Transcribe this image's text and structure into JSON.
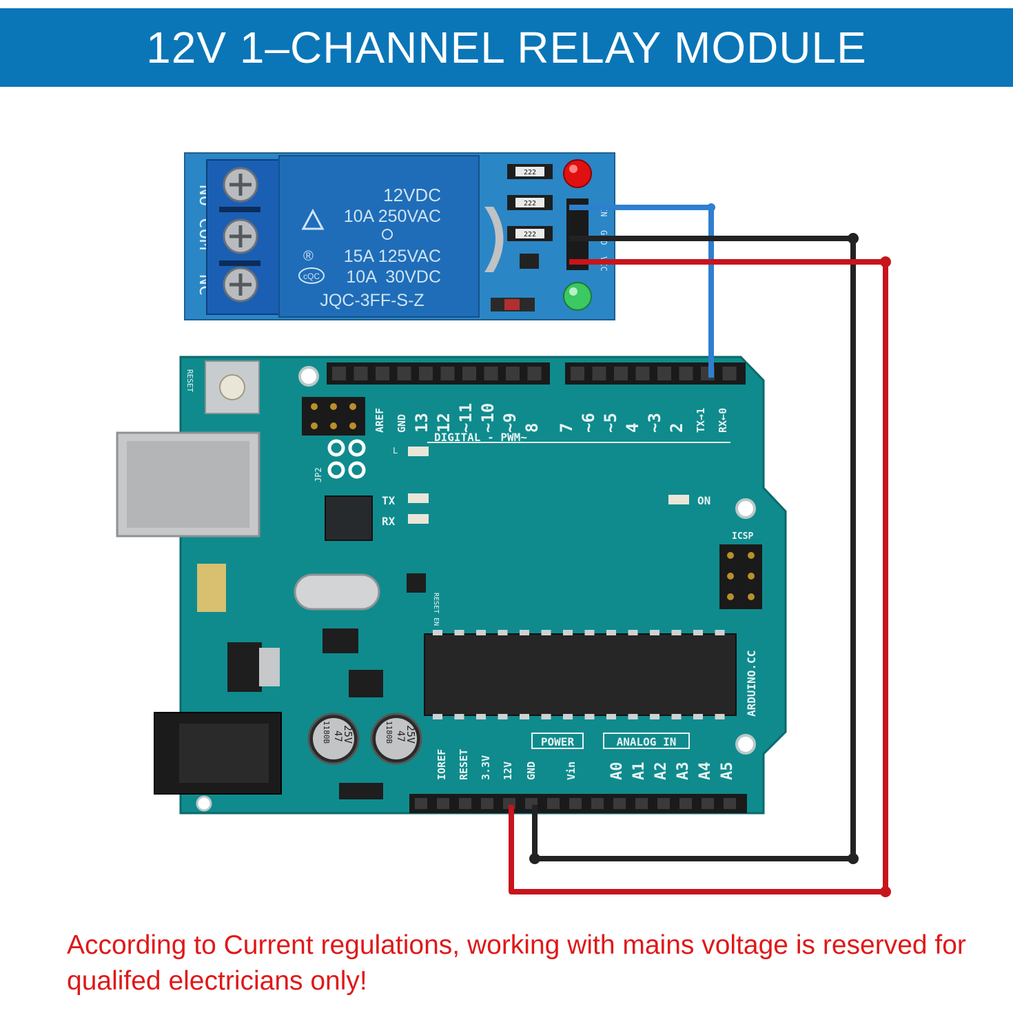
{
  "banner": {
    "title": "12V 1–CHANNEL RELAY MODULE",
    "color": "#0a76b7"
  },
  "relay": {
    "terminals": [
      "NO",
      "COM",
      "NC"
    ],
    "specs": [
      "12VDC",
      "10A 250VAC",
      "15A 125VAC",
      "10A  30VDC"
    ],
    "model": "JQC-3FF-S-Z",
    "cert": "cQC",
    "pins": [
      "IN",
      "GND",
      "VCC"
    ],
    "resistor_code": "222",
    "board_color": "#2b86c5",
    "relay_color": "#1f6db8"
  },
  "arduino": {
    "board_color": "#0f8b8d",
    "digital_pins": [
      "AREF",
      "GND",
      "13",
      "12",
      "~11",
      "~10",
      "~9",
      "8",
      "7",
      "~6",
      "~5",
      "4",
      "~3",
      "2",
      "TX→1",
      "RX←0"
    ],
    "digital_label": "DIGITAL - PWM~",
    "reset_label": "RESET",
    "jp_label": "JP2",
    "tx_label": "TX",
    "rx_label": "RX",
    "on_label": "ON",
    "icsp_label": "ICSP",
    "aref_note": "L",
    "power_label": "POWER",
    "analog_label": "ANALOG IN",
    "power_pins": [
      "IOREF",
      "RESET",
      "3.3V",
      "12V",
      "GND",
      "Vin"
    ],
    "analog_pins": [
      "A0",
      "A1",
      "A2",
      "A3",
      "A4",
      "A5"
    ],
    "brand": "ARDUINO.CC",
    "cap_labels": [
      "1180B",
      "47",
      "25V"
    ],
    "reset_en": "RESET EN"
  },
  "wires": {
    "signal_color": "#2f7fd0",
    "ground_color": "#222222",
    "power_color": "#c8141c"
  },
  "warning": {
    "text": "According to Current regulations, working with mains voltage is reserved for qualifed electricians only!",
    "color": "#e01818"
  }
}
